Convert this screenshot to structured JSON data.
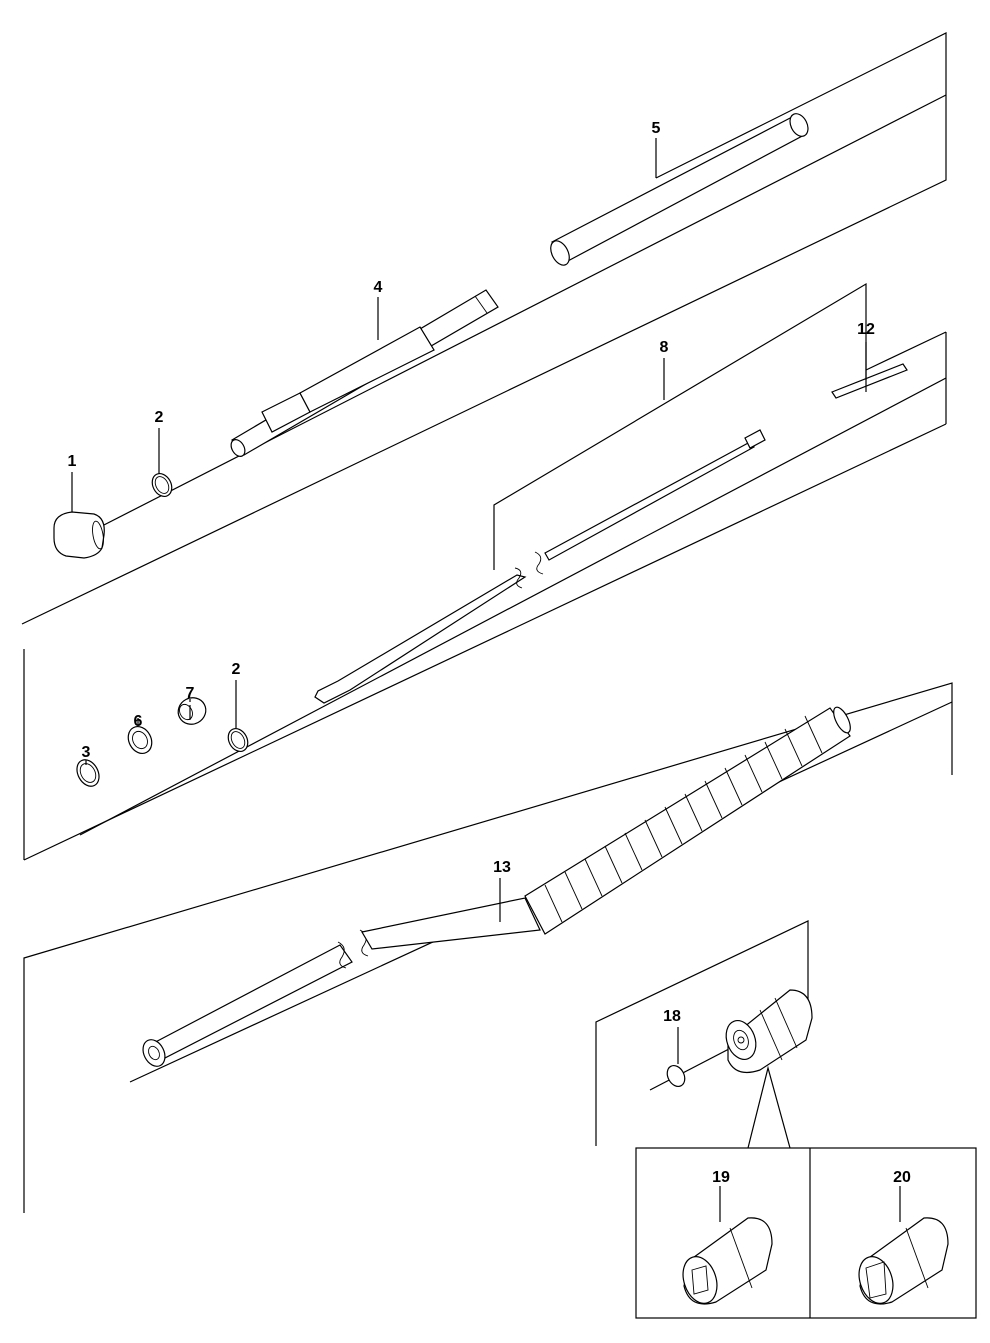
{
  "diagram": {
    "callouts": {
      "p1": "1",
      "p2a": "2",
      "p2b": "2",
      "p3": "3",
      "p4": "4",
      "p5": "5",
      "p6": "6",
      "p7": "7",
      "p8": "8",
      "p12": "12",
      "p13": "13",
      "p18": "18",
      "p19": "19",
      "p20": "20"
    }
  }
}
